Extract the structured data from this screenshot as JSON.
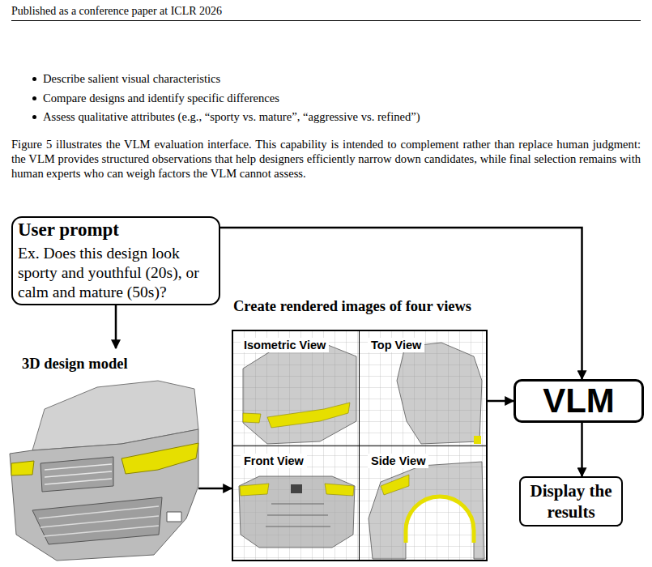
{
  "diagram": {
    "nodes": [
      {
        "text": [
          "User prompt",
          "Ex. Does this design look sporty and youthful (20s), or calm and mature (50s)?"
        ]
      },
      {
        "text": [
          "3D design model"
        ]
      },
      {
        "text": [
          "Create rendered images of four views"
        ]
      },
      {
        "text": [
          "Isometric View"
        ],
        "in": 2
      },
      {
        "text": [
          "Top View"
        ],
        "in": 2
      },
      {
        "text": [
          "Front View"
        ],
        "in": 2
      },
      {
        "text": [
          "Side View"
        ],
        "in": 2
      },
      {
        "text": [
          "VLM"
        ]
      },
      {
        "text": [
          "Display the results"
        ]
      }
    ],
    "edges": [
      {
        "from": 0,
        "to": 1,
        "arrow": "to"
      },
      {
        "from": 1,
        "to": 2,
        "arrow": "to"
      },
      {
        "from": 0,
        "to": 7,
        "arrow": "to"
      },
      {
        "from": 2,
        "to": 7,
        "arrow": "to"
      },
      {
        "from": 7,
        "to": 8,
        "arrow": "to"
      }
    ],
    "labels": [
      "Published as a conference paper at ICLR 2026",
      "Describe salient visual characteristics",
      "Compare designs and identify specific differences",
      "Assess qualitative attributes (e.g., “sporty vs. mature”, “aggressive vs. refined”)",
      "Figure 5 illustrates the VLM evaluation interface. This capability is intended to complement rather than replace human judgment: the VLM provides structured observations that help designers efficiently narrow down candidates, while final selection remains with human experts who can weigh factors the VLM cannot assess."
    ]
  }
}
